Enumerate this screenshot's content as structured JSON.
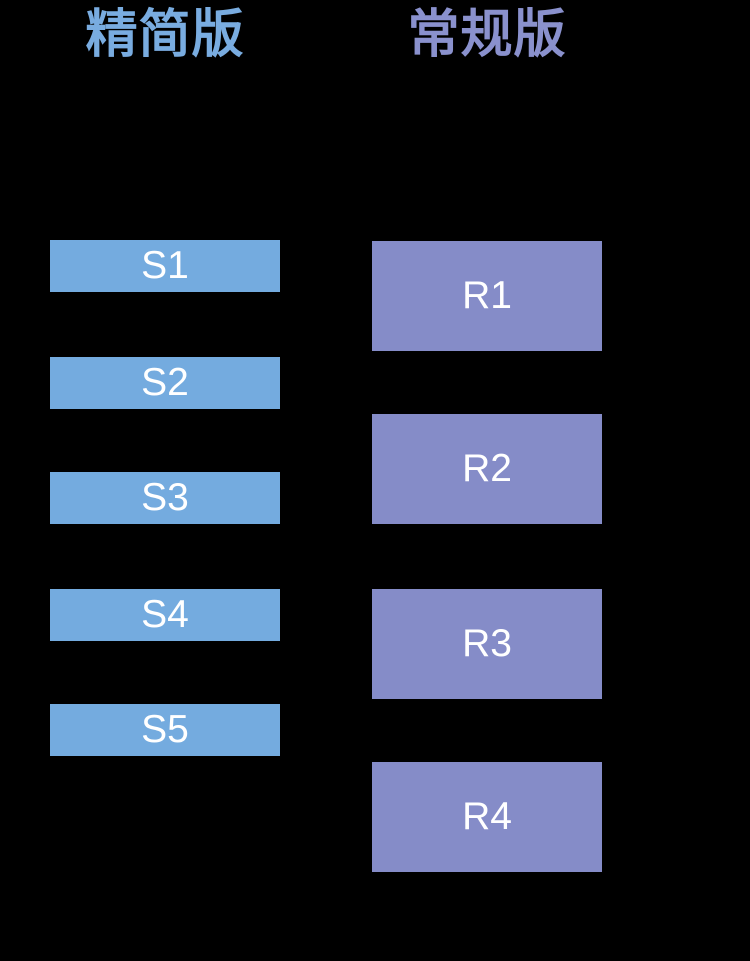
{
  "theme": {
    "bg": "#000000",
    "s-fill": "#74ABDF",
    "r-fill": "#858CC8",
    "s-header-color": "#79ACE0",
    "r-header-color": "#8A91CD",
    "label-color": "#FFFFFF"
  },
  "columns": [
    {
      "key": "simplified",
      "header": {
        "label": "精简版"
      },
      "boxes": [
        {
          "label": "S1"
        },
        {
          "label": "S2"
        },
        {
          "label": "S3"
        },
        {
          "label": "S4"
        },
        {
          "label": "S5"
        }
      ]
    },
    {
      "key": "regular",
      "header": {
        "label": "常规版"
      },
      "boxes": [
        {
          "label": "R1"
        },
        {
          "label": "R2"
        },
        {
          "label": "R3"
        },
        {
          "label": "R4"
        }
      ]
    }
  ]
}
